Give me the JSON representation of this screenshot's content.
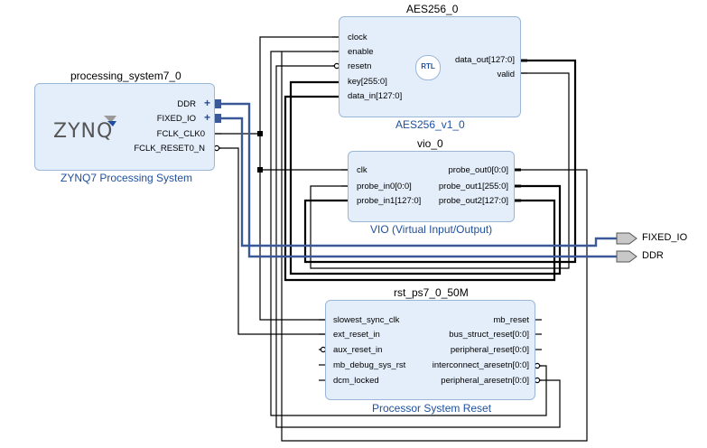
{
  "blocks": {
    "aes": {
      "title": "AES256_0",
      "subtitle": "AES256_v1_0",
      "logo_text": "RTL",
      "inputs": [
        "clock",
        "enable",
        "resetn",
        "key[255:0]",
        "data_in[127:0]"
      ],
      "outputs": [
        "data_out[127:0]",
        "valid"
      ]
    },
    "ps7": {
      "title": "processing_system7_0",
      "subtitle": "ZYNQ7 Processing System",
      "logo_text": "ZYNQ",
      "outputs": [
        "DDR",
        "FIXED_IO",
        "FCLK_CLK0",
        "FCLK_RESET0_N"
      ]
    },
    "vio": {
      "title": "vio_0",
      "subtitle": "VIO (Virtual Input/Output)",
      "inputs": [
        "clk",
        "probe_in0[0:0]",
        "probe_in1[127:0]"
      ],
      "outputs": [
        "probe_out0[0:0]",
        "probe_out1[255:0]",
        "probe_out2[127:0]"
      ]
    },
    "rst": {
      "title": "rst_ps7_0_50M",
      "subtitle": "Processor System Reset",
      "inputs": [
        "slowest_sync_clk",
        "ext_reset_in",
        "aux_reset_in",
        "mb_debug_sys_rst",
        "dcm_locked"
      ],
      "outputs": [
        "mb_reset",
        "bus_struct_reset[0:0]",
        "peripheral_reset[0:0]",
        "interconnect_aresetn[0:0]",
        "peripheral_aresetn[0:0]"
      ]
    }
  },
  "external_ports": [
    "FIXED_IO",
    "DDR"
  ],
  "colors": {
    "block_fill": "#e4eefb",
    "block_border": "#9ab7d8",
    "wire": "#000000",
    "bus": "#3b5998",
    "subtitle": "#1f4f9c"
  }
}
